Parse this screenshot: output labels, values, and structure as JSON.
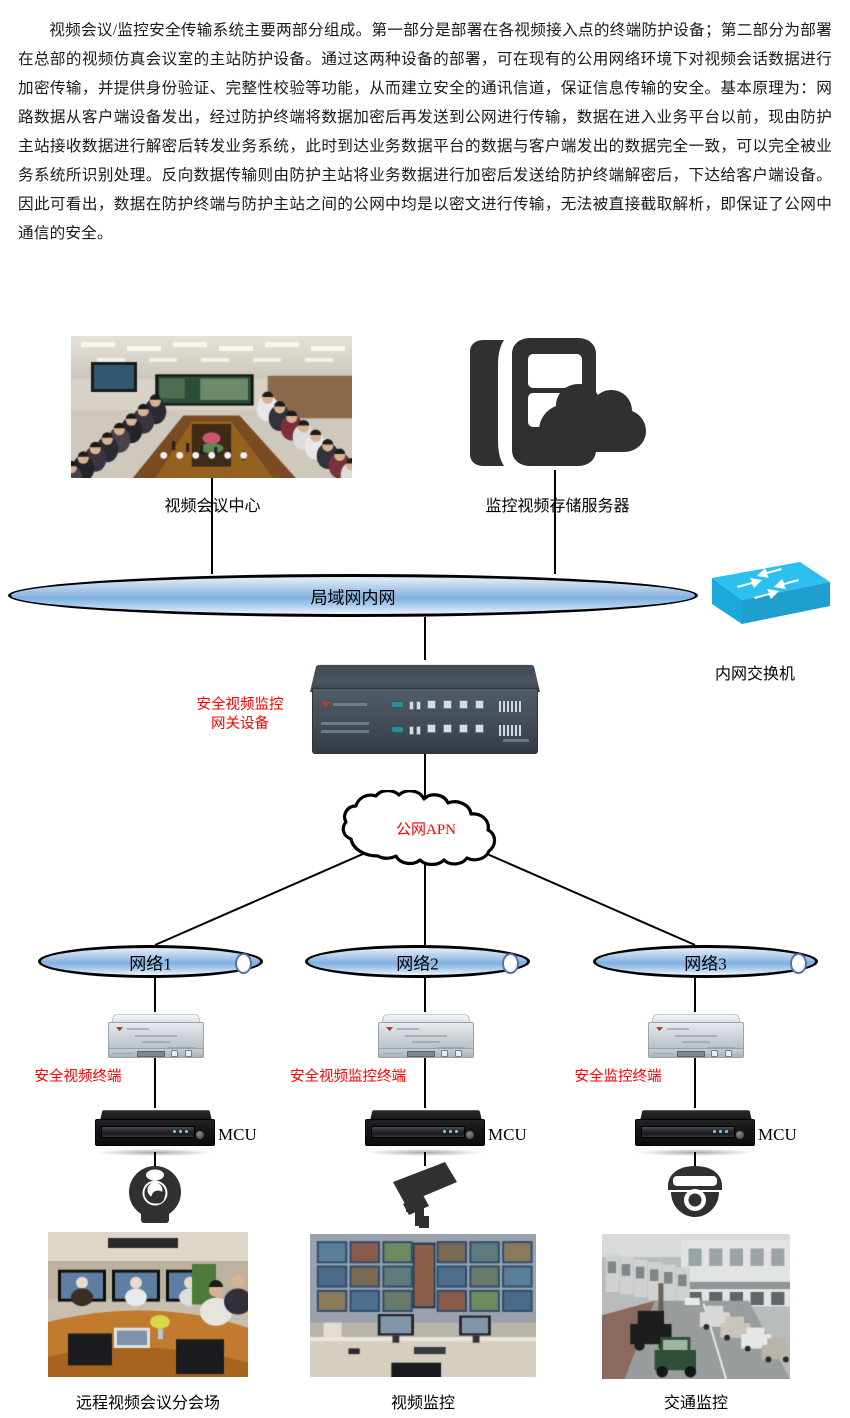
{
  "document": {
    "intro_paragraph": "视频会议/监控安全传输系统主要两部分组成。第一部分是部署在各视频接入点的终端防护设备；第二部分为部署在总部的视频仿真会议室的主站防护设备。通过这两种设备的部署，可在现有的公用网络环境下对视频会话数据进行加密传输，并提供身份验证、完整性校验等功能，从而建立安全的通讯信道，保证信息传输的安全。基本原理为：网路数据从客户端设备发出，经过防护终端将数据加密后再发送到公网进行传输，数据在进入业务平台以前，现由防护主站接收数据进行解密后转发业务系统，此时到达业务数据平台的数据与客户端发出的数据完全一致，可以完全被业务系统所识别处理。反向数据传输则由防护主站将业务数据进行加密后发送给防护终端解密后，下达给客户端设备。因此可看出，数据在防护终端与防护主站之间的公网中均是以密文进行传输，无法被直接截取解析，即保证了公网中通信的安全。"
  },
  "diagram": {
    "top": {
      "conference_photo_caption": "视频会议中心",
      "storage_server_caption": "监控视频存储服务器",
      "storage_server_icon": "server-cloud-icon"
    },
    "lan": {
      "label": "局域网内网",
      "switch_caption": "内网交换机",
      "switch_icon": "network-switch-icon"
    },
    "gateway": {
      "label": "安全视频监控\n网关设备",
      "label_color": "#ff0000"
    },
    "cloud": {
      "label": "公网APN",
      "label_color": "#ff0000"
    },
    "branches": [
      {
        "network_label": "网络1",
        "terminal_label": "安全视频终端",
        "mcu_label": "MCU",
        "endpoint_icon": "webcam-icon",
        "photo_caption": "远程视频会议分会场"
      },
      {
        "network_label": "网络2",
        "terminal_label": "安全视频监控终端",
        "mcu_label": "MCU",
        "endpoint_icon": "bullet-cctv-camera-icon",
        "photo_caption": "视频监控"
      },
      {
        "network_label": "网络3",
        "terminal_label": "安全监控终端",
        "mcu_label": "MCU",
        "endpoint_icon": "dome-cctv-camera-icon",
        "photo_caption": "交通监控"
      }
    ],
    "colors": {
      "accent_red": "#ff0000",
      "cylinder_blue": "#7fb0e0",
      "switch_cyan": "#2cc0ef",
      "icon_dark": "#303030",
      "line_black": "#000000"
    }
  }
}
